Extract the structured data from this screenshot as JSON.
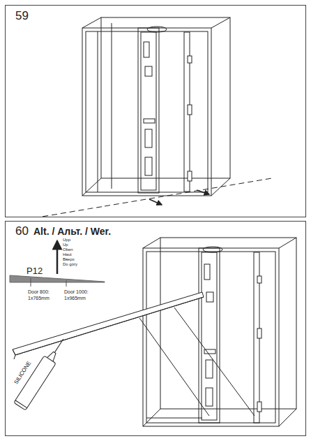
{
  "diagram": {
    "labels": [
      "59",
      "60",
      "Alt. / Альт. / Wer.",
      "Upp",
      "Up",
      "Oben",
      "Haut",
      "Вверх",
      "Do góry",
      "P12",
      "Door 800:",
      "1x765mm",
      "Door 1000:",
      "1x965mm",
      "SILICONE"
    ]
  }
}
